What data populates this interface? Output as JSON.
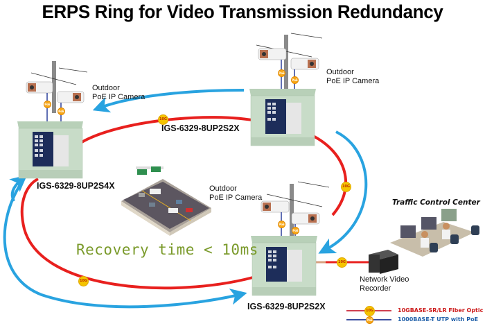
{
  "title": "ERPS Ring for Video Transmission Redundancy",
  "colors": {
    "fiber_link": "#e8201e",
    "protection_arrow": "#29a3e0",
    "poe_link": "#2a3f9a",
    "recovery_text": "#7a9a2a",
    "legend_fiber_text": "#cc1a1a",
    "legend_poe_text": "#1f5fa8",
    "cabinet": "#c8dcc8"
  },
  "nodes": [
    {
      "id": "left",
      "model": "IGS-6329-8UP2S4X",
      "camera_label_line1": "Outdoor",
      "camera_label_line2": "PoE IP Camera"
    },
    {
      "id": "top",
      "model": "IGS-6329-8UP2S2X",
      "camera_label_line1": "Outdoor",
      "camera_label_line2": "PoE IP Camera"
    },
    {
      "id": "bottom",
      "model": "IGS-6329-8UP2S2X",
      "camera_label_line1": "Outdoor",
      "camera_label_line2": "PoE IP Camera"
    }
  ],
  "link_badge": "10G",
  "poe_badge": "PoE",
  "recovery": "Recovery time < 10ms",
  "nvr": {
    "line1": "Network Video",
    "line2": "Recorder"
  },
  "control_center": "Traffic Control Center",
  "legend": [
    {
      "label": "10GBASE-SR/LR Fiber Optic",
      "badge": "10G"
    },
    {
      "label": "1000BASE-T UTP with PoE",
      "badge": "PoE"
    }
  ]
}
